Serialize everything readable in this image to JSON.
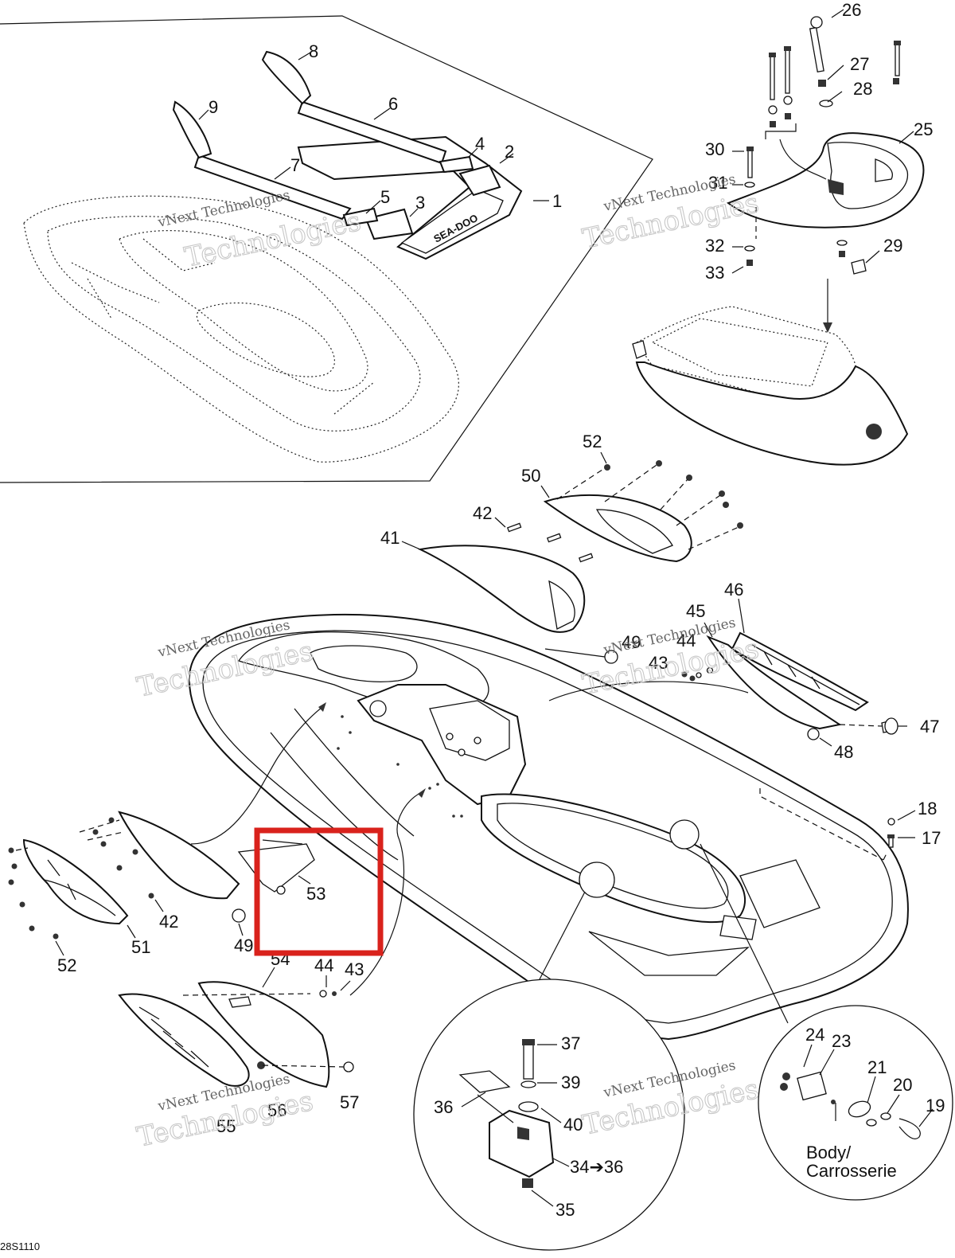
{
  "diagram": {
    "brand_mark": "SEA-DOO",
    "drawing_code": "28S1110",
    "watermark": {
      "line1": "vNext Technologies",
      "line2": "Technologies"
    },
    "callouts": {
      "c1": "1",
      "c2": "2",
      "c3": "3",
      "c4": "4",
      "c5": "5",
      "c6": "6",
      "c7": "7",
      "c8": "8",
      "c9": "9",
      "c17": "17",
      "c18": "18",
      "c19": "19",
      "c20": "20",
      "c21": "21",
      "c23": "23",
      "c24": "24",
      "c25": "25",
      "c26": "26",
      "c27": "27",
      "c28": "28",
      "c29": "29",
      "c30": "30",
      "c31": "31",
      "c32": "32",
      "c33": "33",
      "c34": "34➔36",
      "c35": "35",
      "c36": "36",
      "c37": "37",
      "c39": "39",
      "c40": "40",
      "c41": "41",
      "c42a": "42",
      "c42b": "42",
      "c43a": "43",
      "c43b": "43",
      "c44a": "44",
      "c44b": "44",
      "c45": "45",
      "c46": "46",
      "c47": "47",
      "c48": "48",
      "c49a": "49",
      "c49b": "49",
      "c50": "50",
      "c51": "51",
      "c52a": "52",
      "c52b": "52",
      "c53": "53",
      "c54": "54",
      "c55": "55",
      "c56": "56",
      "c57": "57"
    },
    "body_label": {
      "line1": "Body/",
      "line2": "Carrosserie"
    },
    "highlight": {
      "color": "#d9221c",
      "target": "53"
    }
  }
}
